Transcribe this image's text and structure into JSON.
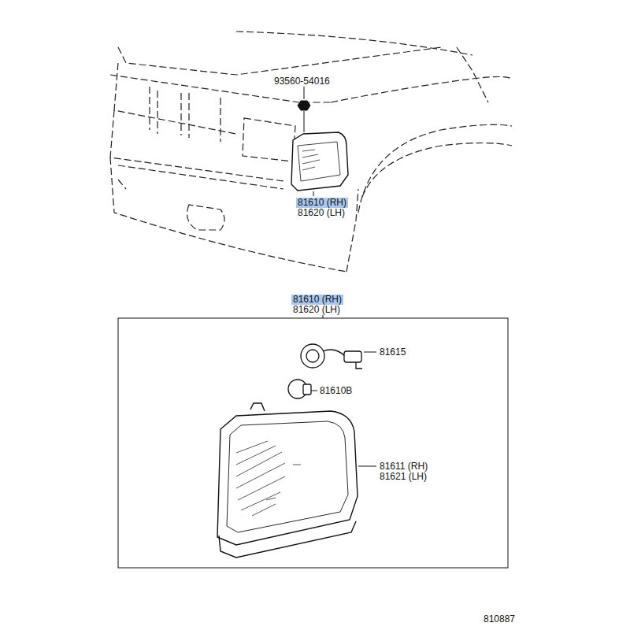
{
  "diagram": {
    "labels": [
      "93560-54016",
      "81610 (RH)",
      "81620 (LH)",
      "81610 (RH)",
      "81620 (LH)",
      "81615",
      "81610B",
      "81611 (RH)",
      "81621 (LH)",
      "810887"
    ]
  }
}
